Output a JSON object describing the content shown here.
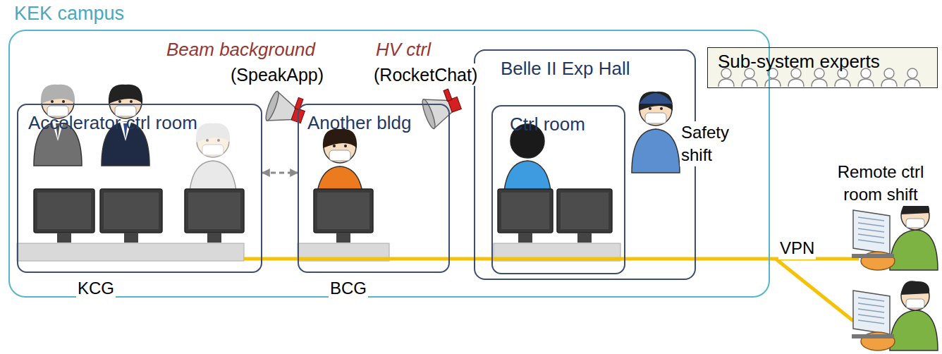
{
  "diagram": {
    "nodes": [
      {
        "text": [
          "KEK campus"
        ]
      },
      {
        "text": [
          "Accelerator ctrl room"
        ],
        "in": 0
      },
      {
        "text": [
          "Another bldg"
        ],
        "in": 0
      },
      {
        "text": [
          "Belle II Exp Hall"
        ],
        "in": 0
      },
      {
        "text": [
          "Ctrl room"
        ],
        "in": 3
      },
      {
        "text": [
          "Sub-system experts"
        ]
      }
    ],
    "edges": [
      {
        "from": 1,
        "to": 2,
        "arrow": "both"
      }
    ],
    "labels": [
      "Beam background",
      "(SpeakApp)",
      "HV ctrl",
      "(RocketChat)",
      "Safety shift",
      "Remote ctrl room shift",
      "VPN",
      "KCG",
      "BCG"
    ]
  }
}
